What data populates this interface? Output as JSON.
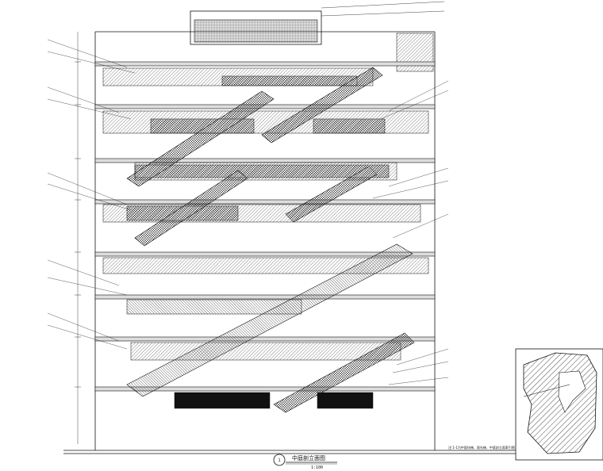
{
  "drawing": {
    "title": "中庭剖立面图",
    "scale": "1:100",
    "grid_label": "1",
    "key_plan_note": "注:1-1为中庭扶梯、观光梯、中庭剖立面索引图"
  },
  "colors": {
    "line": "#111111",
    "hatch": "#333333",
    "paper": "#ffffff"
  }
}
